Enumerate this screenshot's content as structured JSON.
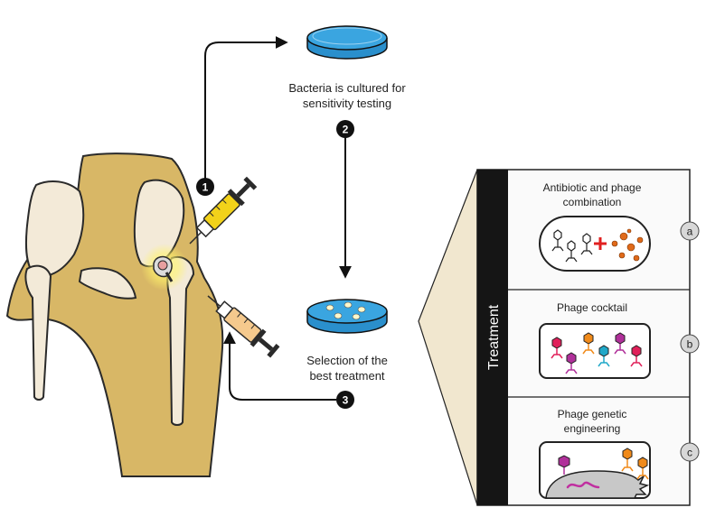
{
  "steps": {
    "one": "1",
    "two": "2",
    "three": "3"
  },
  "culture": {
    "line1": "Bacteria is cultured for",
    "line2": "sensitivity testing"
  },
  "selection": {
    "line1": "Selection of the",
    "line2": "best treatment"
  },
  "treatment": {
    "title": "Treatment",
    "options": [
      {
        "marker": "a",
        "line1": "Antibiotic and phage",
        "line2": "combination"
      },
      {
        "marker": "b",
        "line1": "Phage cocktail",
        "line2": ""
      },
      {
        "marker": "c",
        "line1": "Phage genetic",
        "line2": "engineering"
      }
    ]
  },
  "colors": {
    "bone": "#d8b766",
    "bone_stroke": "#2a2a2a",
    "cartilage": "#f3ead8",
    "dish_blue": "#3aa5e0",
    "syringe_yellow": "#f2d21a",
    "syringe_tan": "#f5c98d",
    "glow": "#fff36a",
    "antibiotic_red": "#e02020",
    "dot_orange": "#e06a1a",
    "bar_dark": "#151515",
    "panel_bg": "#fafafa",
    "funnel": "#f1e7cf"
  },
  "icons": {
    "culture_dish": "petri-dish-icon",
    "selection_dish": "petri-dish-colonies-icon",
    "syringe_top": "syringe-yellow-icon",
    "syringe_bottom": "syringe-tan-icon"
  }
}
